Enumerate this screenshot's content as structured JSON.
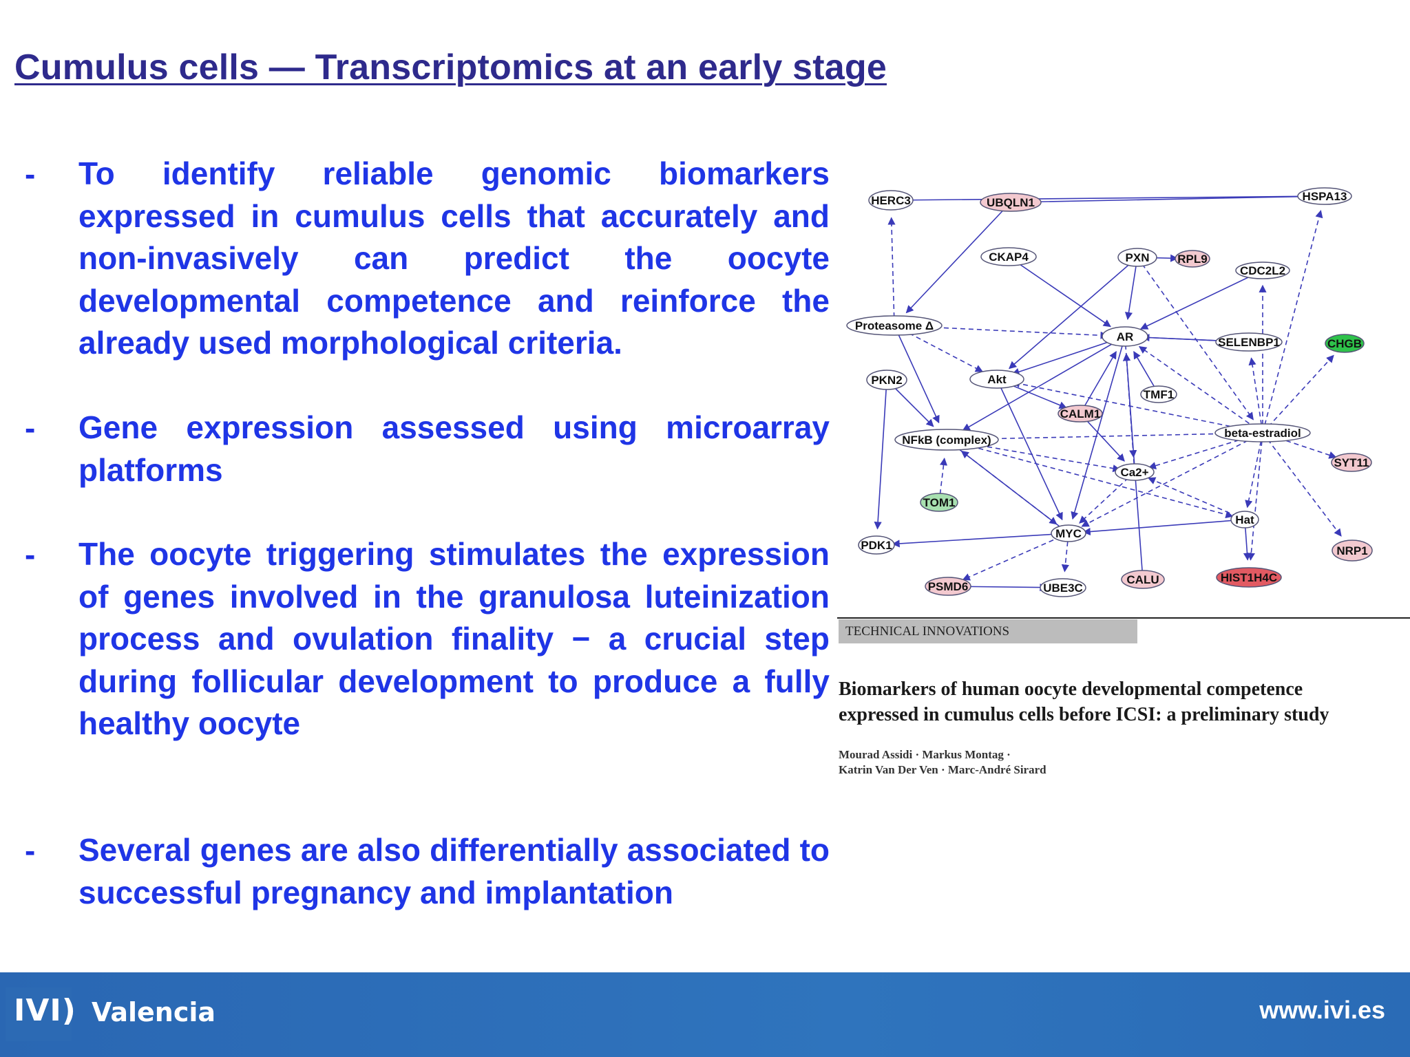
{
  "slide": {
    "title": "Cumulus cells — Transcriptomics at an early stage",
    "bullets": [
      {
        "marker": "-",
        "text": "To identify reliable genomic biomarkers expressed in cumulus cells that accurately and non-invasively can predict the oocyte developmental competence and reinforce the already used morphological criteria."
      },
      {
        "marker": "-",
        "text": "Gene expression assessed using microarray platforms"
      },
      {
        "marker": "-",
        "text": "The oocyte triggering stimulates the expression of genes involved in the granulosa luteinization process and ovulation finality − a crucial step during follicular development to produce a fully healthy oocyte"
      },
      {
        "marker": "-",
        "text": "Several genes are also differentially associated to successful pregnancy and implantation"
      }
    ]
  },
  "network": {
    "nodes": {
      "herc3": "HERC3",
      "ubqln1": "UBQLN1",
      "hspa13": "HSPA13",
      "ckap4": "CKAP4",
      "pxn": "PXN",
      "rpl9": "RPL9",
      "cdc2l2": "CDC2L2",
      "proteasome": "Proteasome Δ",
      "ar": "AR",
      "selenbp1": "SELENBP1",
      "chgb": "CHGB",
      "pkn2": "PKN2",
      "akt": "Akt",
      "tmf1": "TMF1",
      "calm1": "CALM1",
      "nfkb": "NFkB (complex)",
      "beta_estradiol": "beta-estradiol",
      "syt11": "SYT11",
      "ca2": "Ca2+",
      "tom1": "TOM1",
      "hat": "Hat",
      "myc": "MYC",
      "nrp1": "NRP1",
      "pdk1": "PDK1",
      "psmd6": "PSMD6",
      "ube3c": "UBE3C",
      "calu": "CALU",
      "hist1h4c": "HIST1H4C"
    },
    "colors": {
      "edge": "#3a3ab8",
      "up_strong": "#e25a62",
      "up_light": "#f3c9cf",
      "down": "#2ec24a",
      "down_light": "#a8e0b0",
      "neutral": "#ffffff"
    }
  },
  "article": {
    "section_tag": "TECHNICAL INNOVATIONS",
    "title_line1": "Biomarkers of human oocyte developmental competence",
    "title_line2": "expressed in cumulus cells before ICSI: a preliminary study",
    "authors_line1": "Mourad Assidi · Markus Montag ·",
    "authors_line2": "Katrin Van Der Ven · Marc-André Sirard"
  },
  "footer": {
    "logo": "IVI)",
    "city": "Valencia",
    "url": "www.ivi.es"
  }
}
